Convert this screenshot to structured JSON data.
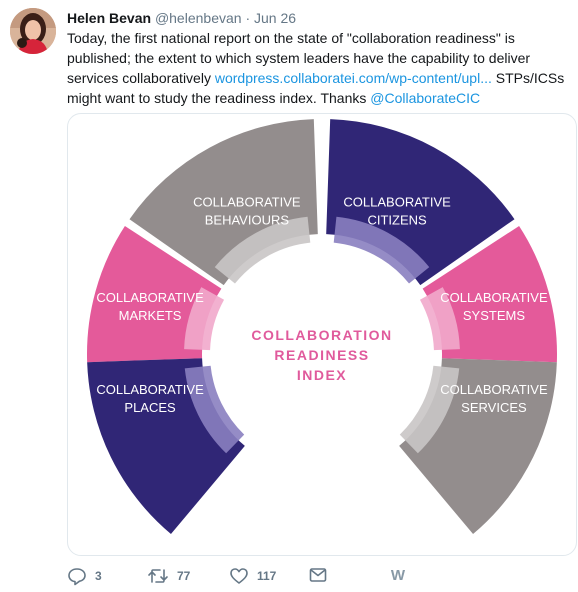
{
  "tweet": {
    "author_name": "Helen Bevan",
    "author_handle": "@helenbevan",
    "separator": "·",
    "date": "Jun 26",
    "text_part1": "Today, the first national report on the state of \"collaboration readiness\" is published; the extent to which system leaders have the capability to deliver services collaboratively ",
    "link_text": "wordpress.collaboratei.com/wp-content/upl...",
    "text_part2": " STPs/ICSs might want to study the readiness index. Thanks ",
    "mention": "@CollaborateCIC"
  },
  "infographic": {
    "center_title": [
      "COLLABORATION",
      "READINESS",
      "INDEX"
    ],
    "segments": [
      {
        "lines": [
          "COLLABORATIVE",
          "BEHAVIOURS"
        ],
        "color": "#938d8d"
      },
      {
        "lines": [
          "COLLABORATIVE",
          "CITIZENS"
        ],
        "color": "#302676"
      },
      {
        "lines": [
          "COLLABORATIVE",
          "MARKETS"
        ],
        "color": "#e45a9a"
      },
      {
        "lines": [
          "COLLABORATIVE",
          "SYSTEMS"
        ],
        "color": "#e45a9a"
      },
      {
        "lines": [
          "COLLABORATIVE",
          "PLACES"
        ],
        "color": "#302676"
      },
      {
        "lines": [
          "COLLABORATIVE",
          "SERVICES"
        ],
        "color": "#938d8d"
      }
    ],
    "title_color": "#e05a9c"
  },
  "actions": {
    "replies": "3",
    "retweets": "77",
    "likes": "117"
  },
  "colors": {
    "link": "#1b95e0",
    "muted": "#657786"
  },
  "icons": [
    "reply-icon",
    "retweet-icon",
    "like-icon",
    "direct-message-icon",
    "w-logo-icon"
  ]
}
